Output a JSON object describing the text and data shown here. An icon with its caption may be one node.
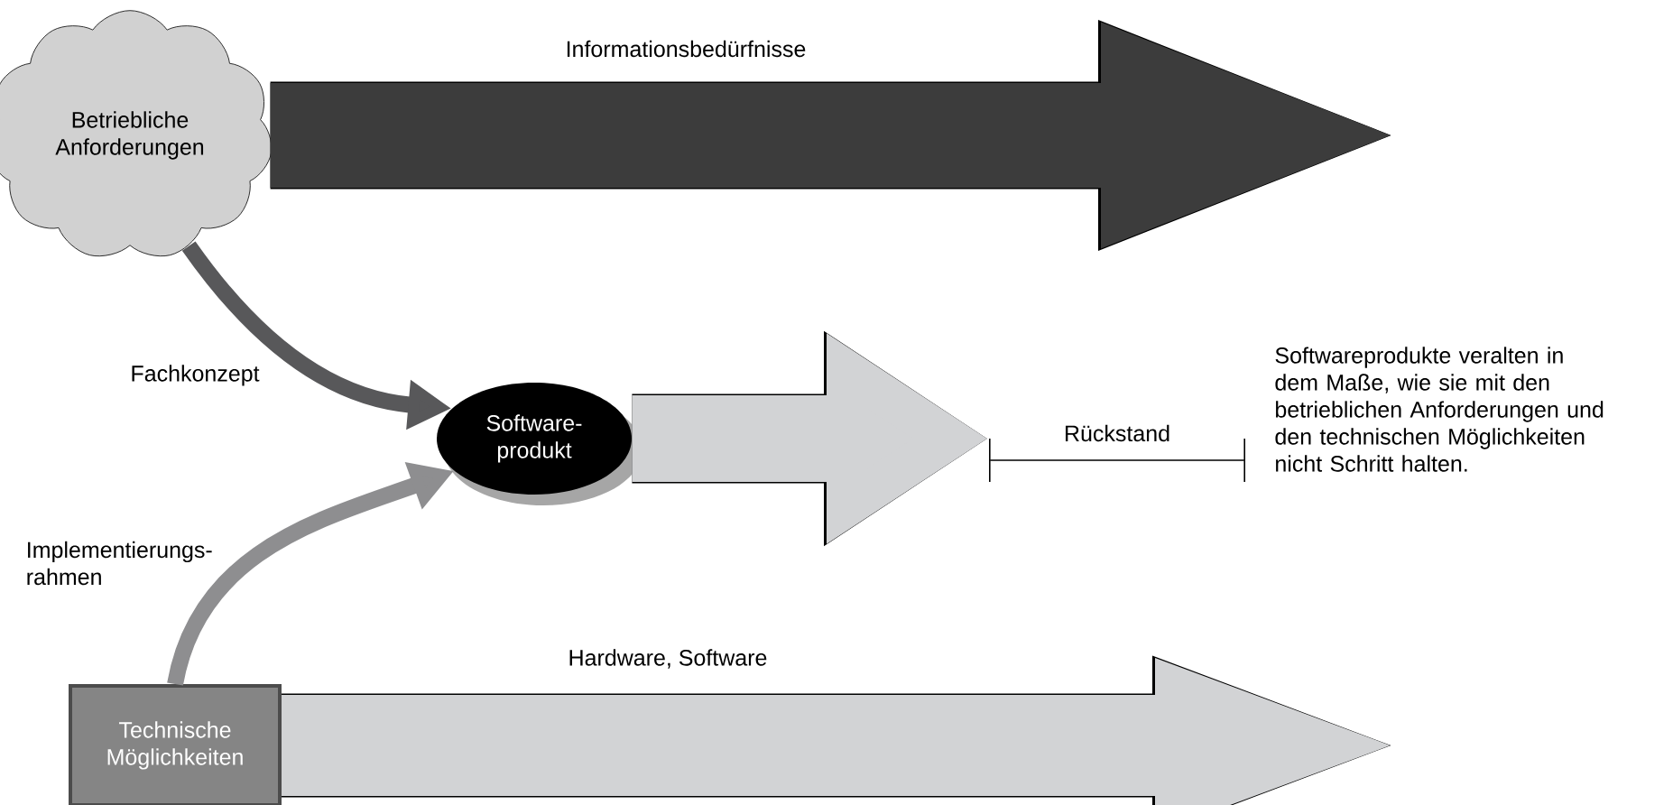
{
  "diagram": {
    "nodes": [
      {
        "text": [
          "Betriebliche Anforderungen"
        ]
      },
      {
        "text": [
          "Software- produkt"
        ]
      },
      {
        "text": [
          "Technische Möglichkeiten"
        ]
      }
    ],
    "edges": [
      {
        "from": 0,
        "to": null,
        "arrow": "to",
        "label": "Informationsbedürfnisse",
        "color": "#3c3c3c"
      },
      {
        "from": 0,
        "to": 1,
        "arrow": "to",
        "label": "Fachkonzept",
        "color": "#58585a"
      },
      {
        "from": 1,
        "to": null,
        "arrow": "to",
        "color": "#d2d3d5"
      },
      {
        "from": 2,
        "to": 1,
        "arrow": "to",
        "label": "Implementierungs- rahmen",
        "color": "#8e8e90"
      },
      {
        "from": 2,
        "to": null,
        "arrow": "to",
        "label": "Hardware, Software",
        "color": "#d2d3d5"
      }
    ],
    "labels": [
      "Rückstand",
      "Softwareprodukte veralten in dem Maße, wie sie mit den betrieblichen Anforderungen und den technischen Möglichkeiten nicht Schritt halten."
    ]
  }
}
